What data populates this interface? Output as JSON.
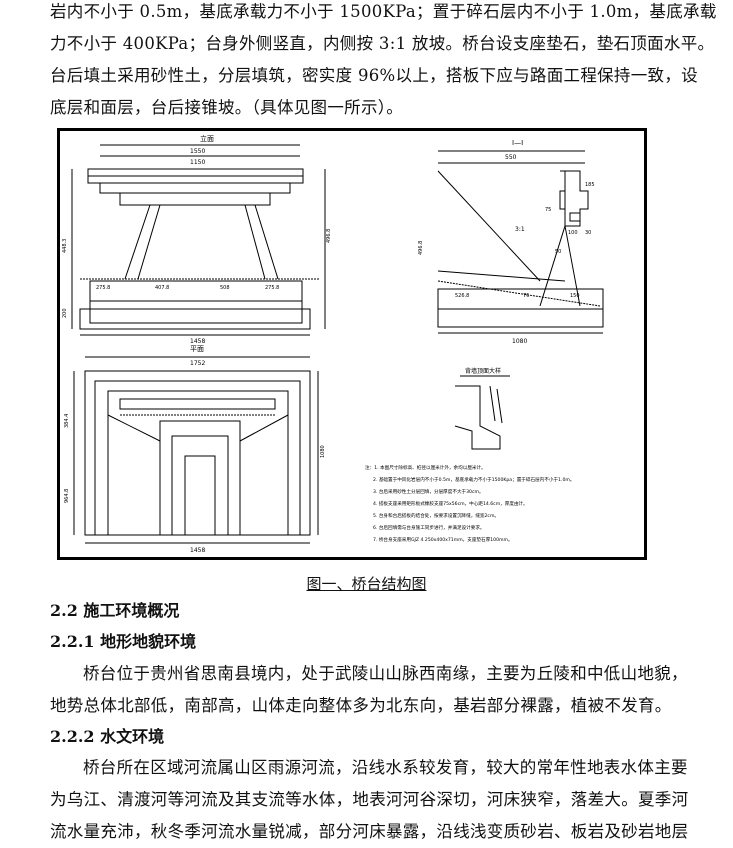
{
  "intro": {
    "lines": [
      "岩内不小于 0.5m，基底承载力不小于 1500KPa；置于碎石层内不小于 1.0m，基底承载",
      "力不小于 400KPa；台身外侧竖直，内侧按 3:1 放坡。桥台设支座垫石，垫石顶面水平。",
      "台后填土采用砂性土，分层填筑，密实度 96%以上，搭板下应与路面工程保持一致，设",
      "底层和面层，台后接锥坡。（具体见图一所示）。"
    ]
  },
  "figure": {
    "caption": "图一、桥台结构图",
    "labels": {
      "elevation": "立面",
      "section": "Ⅰ—Ⅰ",
      "plan": "平面",
      "detail": "背墙顶面大样",
      "d_top_width": "1550",
      "d_top_inner": "1150",
      "d_base_width": "1458",
      "d_plan_top": "1752",
      "d_plan_base": "1458",
      "d_section_top": "550",
      "d_section_base": "1080",
      "d_height_1": "448.3",
      "d_height_2": "200",
      "d_height_3": "496.8",
      "d_plan_h1": "384.4",
      "d_plan_h2": "964.8",
      "d_plan_total": "1080",
      "d_seg_1": "275.8",
      "d_seg_2": "407.8",
      "d_seg_3": "508",
      "d_seg_4": "275.8",
      "d_ratio": "3:1",
      "d_sec_1": "526.8",
      "d_sec_2": "76",
      "d_sec_3": "150",
      "d_sec_4": "185",
      "d_sec_5": "100",
      "d_sec_6": "30",
      "d_sec_7": "75",
      "d_sec_8": "50"
    },
    "notes": [
      "注：1. 本图尺寸除标高、桩径以厘米计外，余均以厘米计。",
      "2. 基础置于中风化岩层内不小于0.5m，基底承载力不小于1500Kpa；置于碎石层内不小于1.0m。",
      "3. 台后采用砂性土分层回填，分层厚度不大于30cm。",
      "4. 搭板支座采用矩形板式橡胶支座75x56cm，中心距14.6cm，厚度由计。",
      "5. 台身和台后搭板的结合处，按要求设置沉降缝，缝宽2cm。",
      "6. 台后回填需与台身施工同步进行，并满足设计要求。",
      "7. 桥台身支座采用GJZ 4 250x400x71mm，支座垫石厚100mm。"
    ]
  },
  "section_2_2": {
    "title": "2.2 施工环境概况"
  },
  "section_2_2_1": {
    "title": "2.2.1 地形地貌环境",
    "lines": [
      "桥台位于贵州省思南县境内，处于武陵山山脉西南缘，主要为丘陵和中低山地貌，",
      "地势总体北部低，南部高，山体走向整体多为北东向，基岩部分裸露，植被不发育。"
    ]
  },
  "section_2_2_2": {
    "title": "2.2.2 水文环境",
    "lines": [
      "桥台所在区域河流属山区雨源河流，沿线水系较发育，较大的常年性地表水体主要",
      "为乌江、清渡河等河流及其支流等水体，地表河河谷深切，河床狭窄，落差大。夏季河",
      "流水量充沛，秋冬季河流水量锐减，部分河床暴露，沿线浅变质砂岩、板岩及砂岩地层"
    ]
  }
}
